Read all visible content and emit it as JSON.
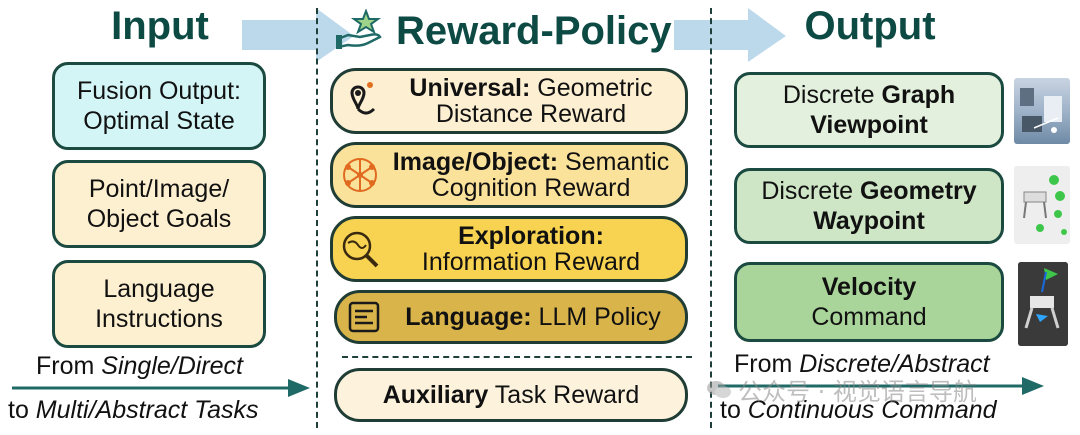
{
  "titles": {
    "input": "Input",
    "reward_policy": "Reward-Policy",
    "output": "Output"
  },
  "input": {
    "box1": "Fusion Output: Optimal State",
    "box2": "Point/Image/ Object Goals",
    "box3": "Language Instructions",
    "caption": {
      "line1_prefix": "From ",
      "line1_em": "Single/Direct",
      "line2_prefix": "to ",
      "line2_em": "Multi/Abstract Tasks"
    }
  },
  "reward_policy": {
    "items": [
      {
        "bold": "Universal:",
        "rest": " Geometric Distance Reward",
        "icon": "map-pin-route-icon"
      },
      {
        "bold": "Image/Object:",
        "rest": " Semantic Cognition Reward",
        "icon": "network-graph-icon"
      },
      {
        "bold": "Exploration:",
        "rest": " Information Reward",
        "icon": "globe-search-icon"
      },
      {
        "bold": "Language:",
        "rest": " LLM Policy",
        "icon": "document-text-icon"
      }
    ],
    "auxiliary": {
      "bold": "Auxiliary",
      "rest": " Task Reward"
    }
  },
  "output": {
    "box1": {
      "plain": "Discrete ",
      "bold1": "Graph",
      "bold2": "Viewpoint"
    },
    "box2": {
      "plain": "Discrete ",
      "bold1": "Geometry",
      "bold2": "Waypoint"
    },
    "box3": {
      "bold": "Velocity",
      "plain": "Command"
    },
    "caption": {
      "line1_prefix": "From ",
      "line1_em": "Discrete/Abstract",
      "line2_prefix": "to ",
      "line2_em": "Continuous Command"
    }
  },
  "watermark": "公众号 · 视觉语言导航",
  "colors": {
    "title": "#0e4a44",
    "input_cyan": "#d4f5f6",
    "input_beige": "#fdf0d0",
    "pill_light": "#fcefd2",
    "pill_mid": "#fbe29a",
    "pill_gold": "#f8d251",
    "pill_olive": "#d9b44a",
    "out1": "#e3f0dd",
    "out2": "#cfe6c6",
    "out3": "#a9d49a",
    "arrow": "#bcd9ec",
    "teal_arrow": "#1f6a66"
  }
}
